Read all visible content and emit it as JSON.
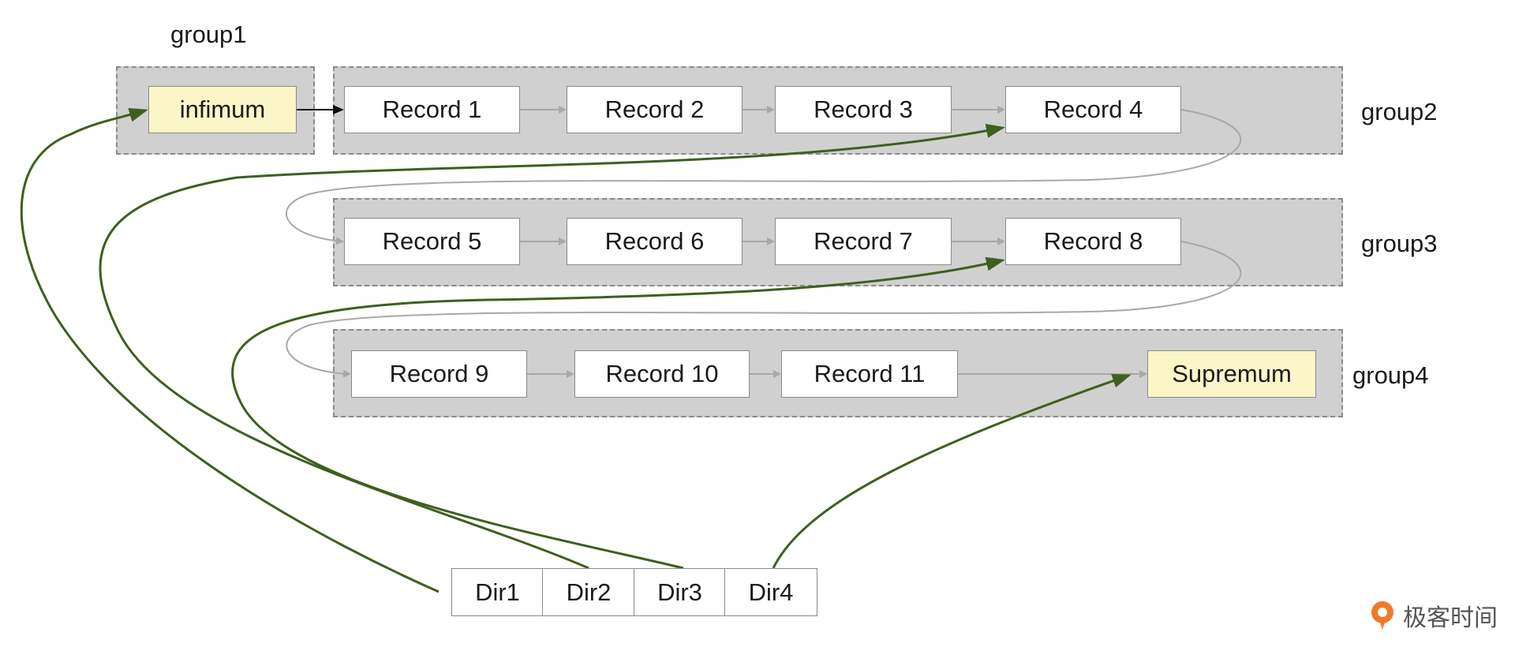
{
  "groups": [
    {
      "label": "group1"
    },
    {
      "label": "group2"
    },
    {
      "label": "group3"
    },
    {
      "label": "group4"
    }
  ],
  "records": {
    "infimum": "infimum",
    "r1": "Record 1",
    "r2": "Record 2",
    "r3": "Record 3",
    "r4": "Record 4",
    "r5": "Record 5",
    "r6": "Record 6",
    "r7": "Record 7",
    "r8": "Record 8",
    "r9": "Record 9",
    "r10": "Record 10",
    "r11": "Record 11",
    "supremum": "Supremum"
  },
  "directory": [
    "Dir1",
    "Dir2",
    "Dir3",
    "Dir4"
  ],
  "watermark": "极客时间",
  "colors": {
    "group_fill": "#d0d0d0",
    "special_fill": "#fbf6c8",
    "slot_arrow": "#3f5f1e",
    "record_arrow": "#a8a8a8",
    "logo": "#f07a2a"
  }
}
